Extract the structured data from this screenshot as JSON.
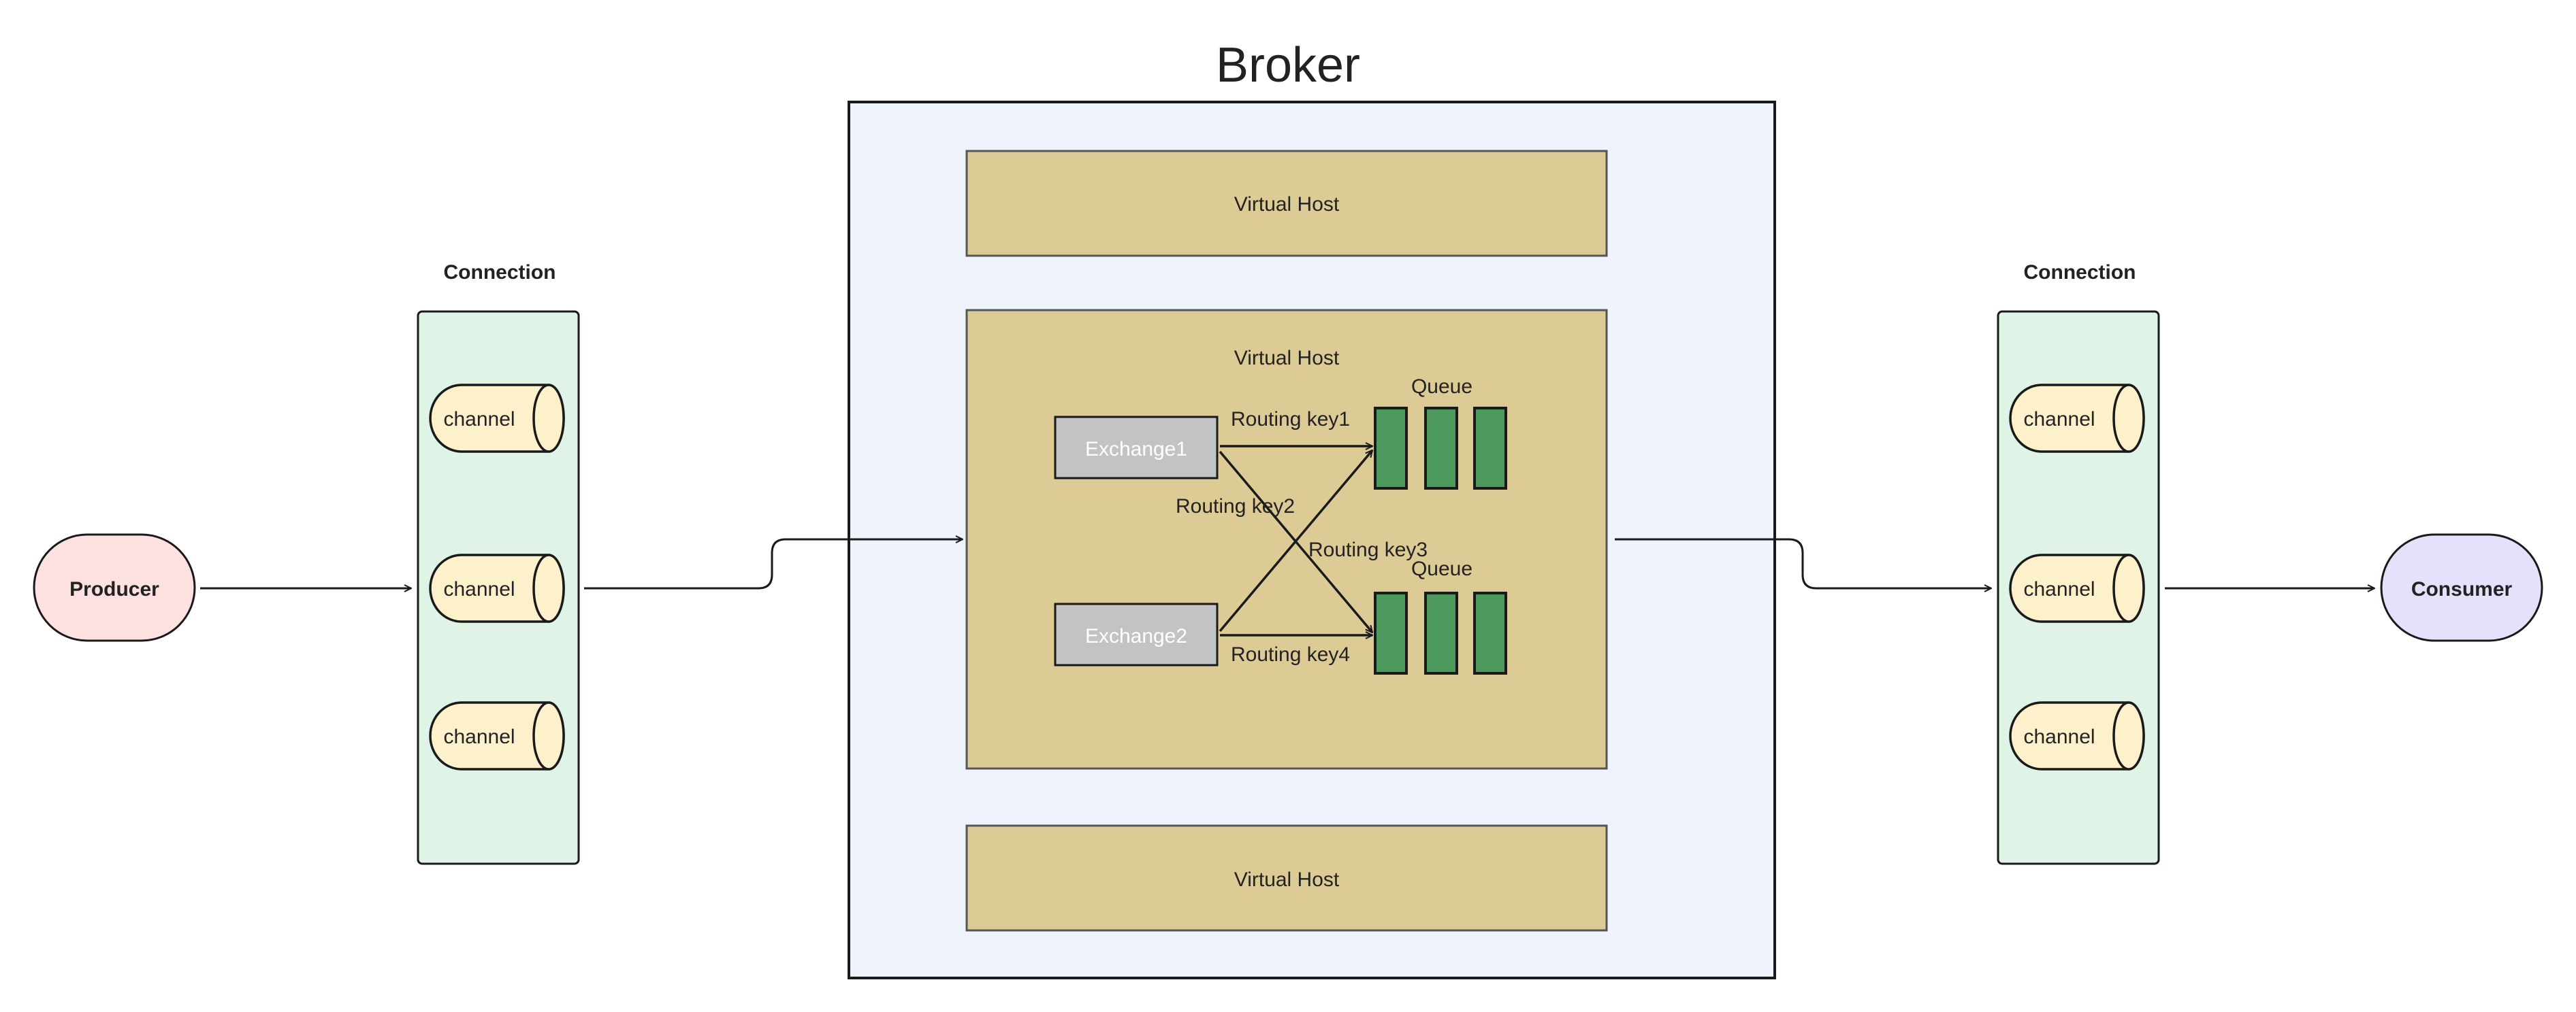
{
  "broker": {
    "title": "Broker"
  },
  "producer": {
    "label": "Producer"
  },
  "consumer": {
    "label": "Consumer"
  },
  "left_connection": {
    "title": "Connection",
    "channels": [
      "channel",
      "channel",
      "channel"
    ]
  },
  "right_connection": {
    "title": "Connection",
    "channels": [
      "channel",
      "channel",
      "channel"
    ]
  },
  "virtual_hosts": [
    "Virtual Host",
    "Virtual Host",
    "Virtual Host"
  ],
  "exchanges": [
    "Exchange1",
    "Exchange2"
  ],
  "queues": [
    "Queue",
    "Queue"
  ],
  "routing_keys": [
    "Routing key1",
    "Routing key2",
    "Routing key3",
    "Routing key4"
  ],
  "colors": {
    "producer_fill": "#fde0e0",
    "consumer_fill": "#e6e0fb",
    "connection_fill": "#dff4e6",
    "channel_fill": "#fdf1cc",
    "broker_fill": "#eef3fc",
    "vhost_fill": "#ddcb96",
    "exchange_fill": "#c3c3c5",
    "queue_fill": "#4e9a5e",
    "stroke": "#1a1a1a"
  }
}
